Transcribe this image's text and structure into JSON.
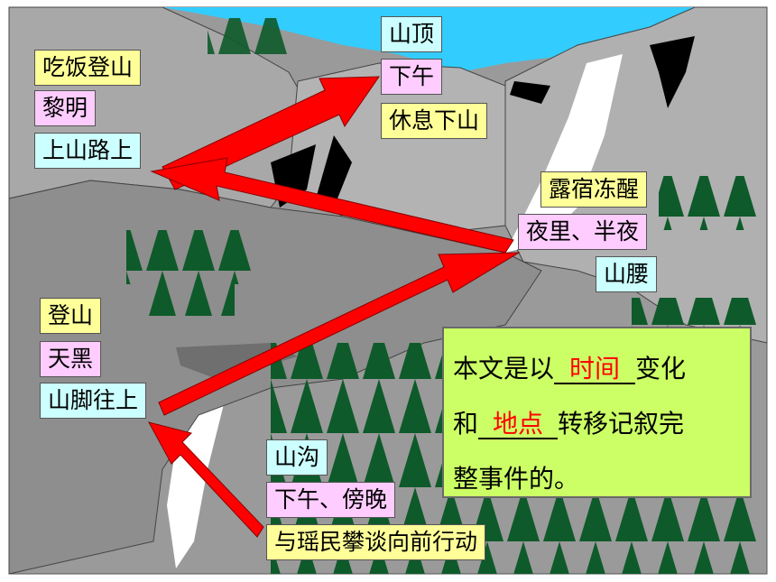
{
  "labels": {
    "top_peak": "山顶",
    "top_time": "下午",
    "top_event": "休息下山",
    "left_event": "吃饭登山",
    "left_time": "黎明",
    "left_place": "上山路上",
    "mid_event": "露宿冻醒",
    "mid_time": "夜里、半夜",
    "mid_place": "山腰",
    "foot_event": "登山",
    "foot_time": "天黑",
    "foot_place": "山脚往上",
    "gully_place": "山沟",
    "gully_time": "下午、傍晚",
    "gully_event": "与瑶民攀谈向前行动"
  },
  "summary": {
    "line1_prefix": "本文是以",
    "answer1": "时间",
    "line1_suffix": "变化",
    "line2_prefix": "和",
    "answer2": "地点",
    "line2_suffix": "转移记叙完",
    "line3": "整事件的。"
  },
  "colors": {
    "arrow": "#ff0000",
    "label_yellow": "#ffff99",
    "label_pink": "#ffccff",
    "label_cyan": "#ccffff",
    "summary_bg": "#ccff66",
    "sky": "#33ccff",
    "rock": "#a0a0a0",
    "tree": "#0e5a2a"
  }
}
